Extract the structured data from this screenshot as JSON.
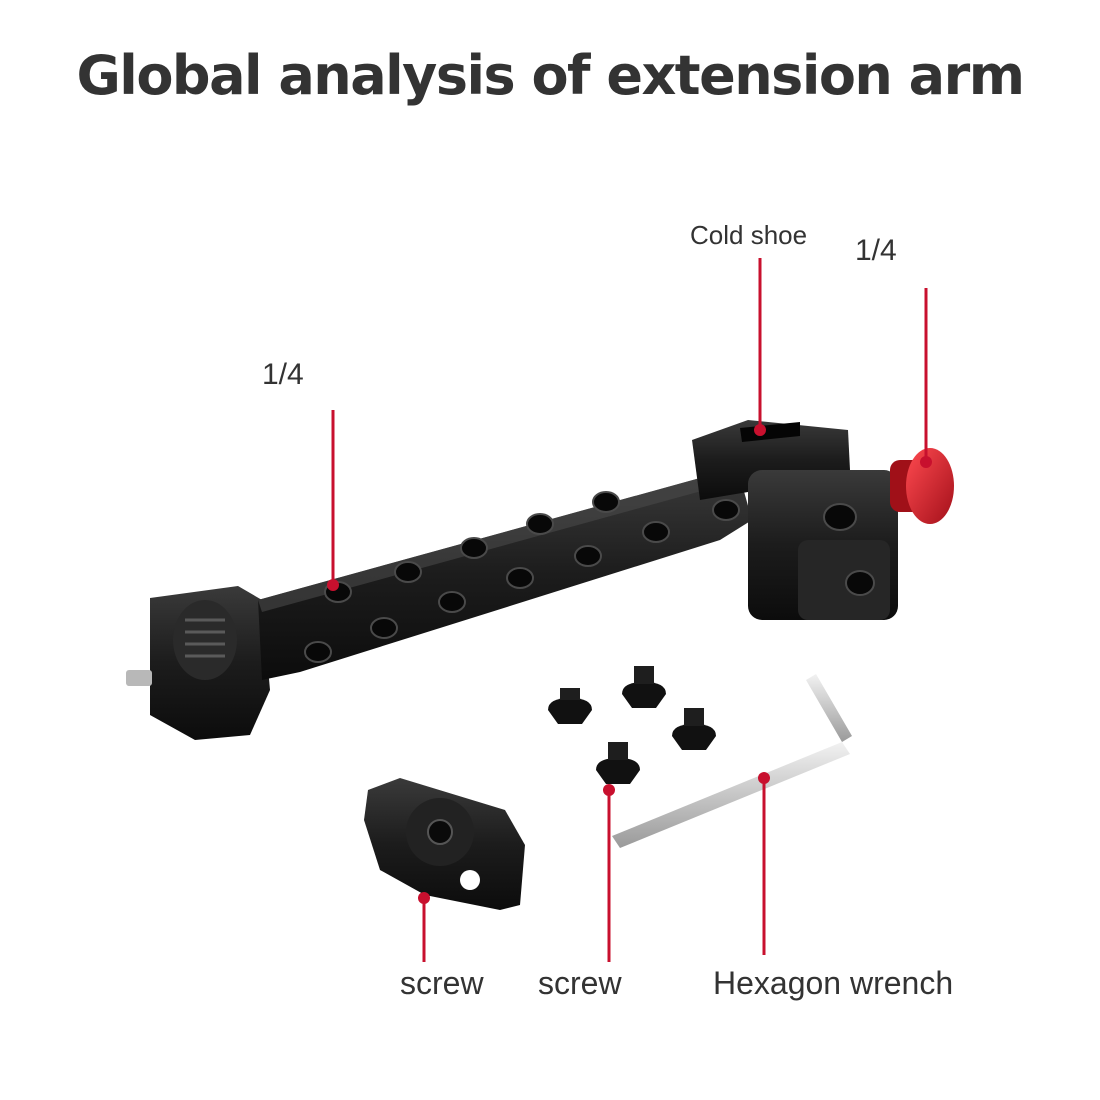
{
  "title": "Global analysis of extension arm",
  "labels": {
    "cold_shoe": "Cold shoe",
    "quarter_left": "1/4",
    "quarter_right": "1/4",
    "screw_plate": "screw",
    "screw_small": "screw",
    "hex_wrench": "Hexagon wrench"
  },
  "colors": {
    "callout": "#c8102e",
    "metal": "#1a1a1a",
    "knob": "#d0202a",
    "wrench": "#c9c9c9",
    "text": "#333333"
  }
}
